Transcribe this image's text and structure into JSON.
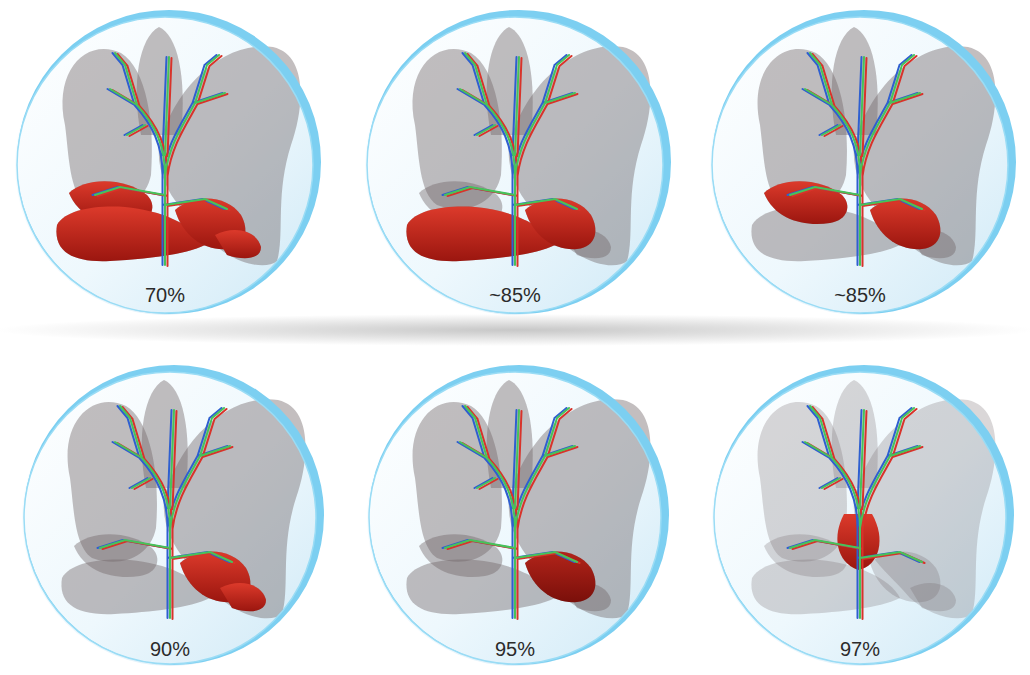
{
  "diagram": {
    "nodes": [
      {
        "text": [
          "70%"
        ]
      },
      {
        "text": [
          "~85%"
        ]
      },
      {
        "text": [
          "~85%"
        ]
      },
      {
        "text": [
          "90%"
        ]
      },
      {
        "text": [
          "95%"
        ]
      },
      {
        "text": [
          "97%"
        ]
      }
    ]
  }
}
